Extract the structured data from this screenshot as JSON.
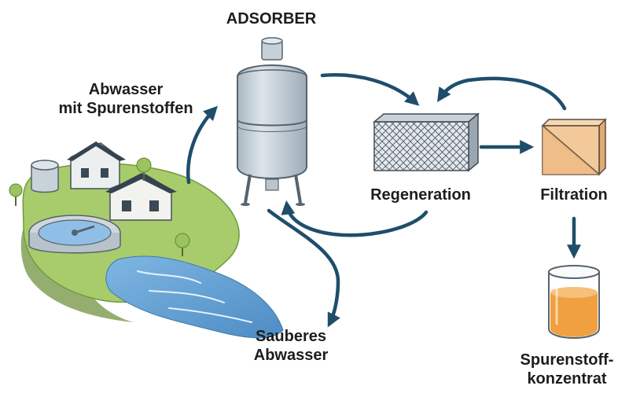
{
  "labels": {
    "adsorber": "ADSORBER",
    "wastewater": [
      "Abwasser",
      "mit Spurenstoffen"
    ],
    "regeneration": "Regeneration",
    "filtration": "Filtration",
    "clean_water": [
      "Sauberes",
      "Abwasser"
    ],
    "concentrate": [
      "Spurenstoff-",
      "konzentrat"
    ]
  },
  "colors": {
    "arrow": "#1f4e6b",
    "grass": "#a8cc6b",
    "water": "#5f9fd3",
    "tank": "#c3cfd8",
    "filter_box": "#f4c99a",
    "liquid": "#f0a040",
    "roof": "#35434f"
  },
  "icons": [
    "wastewater-plant-icon",
    "adsorber-tank-icon",
    "regeneration-mesh-icon",
    "filtration-box-icon",
    "concentrate-beaker-icon"
  ]
}
